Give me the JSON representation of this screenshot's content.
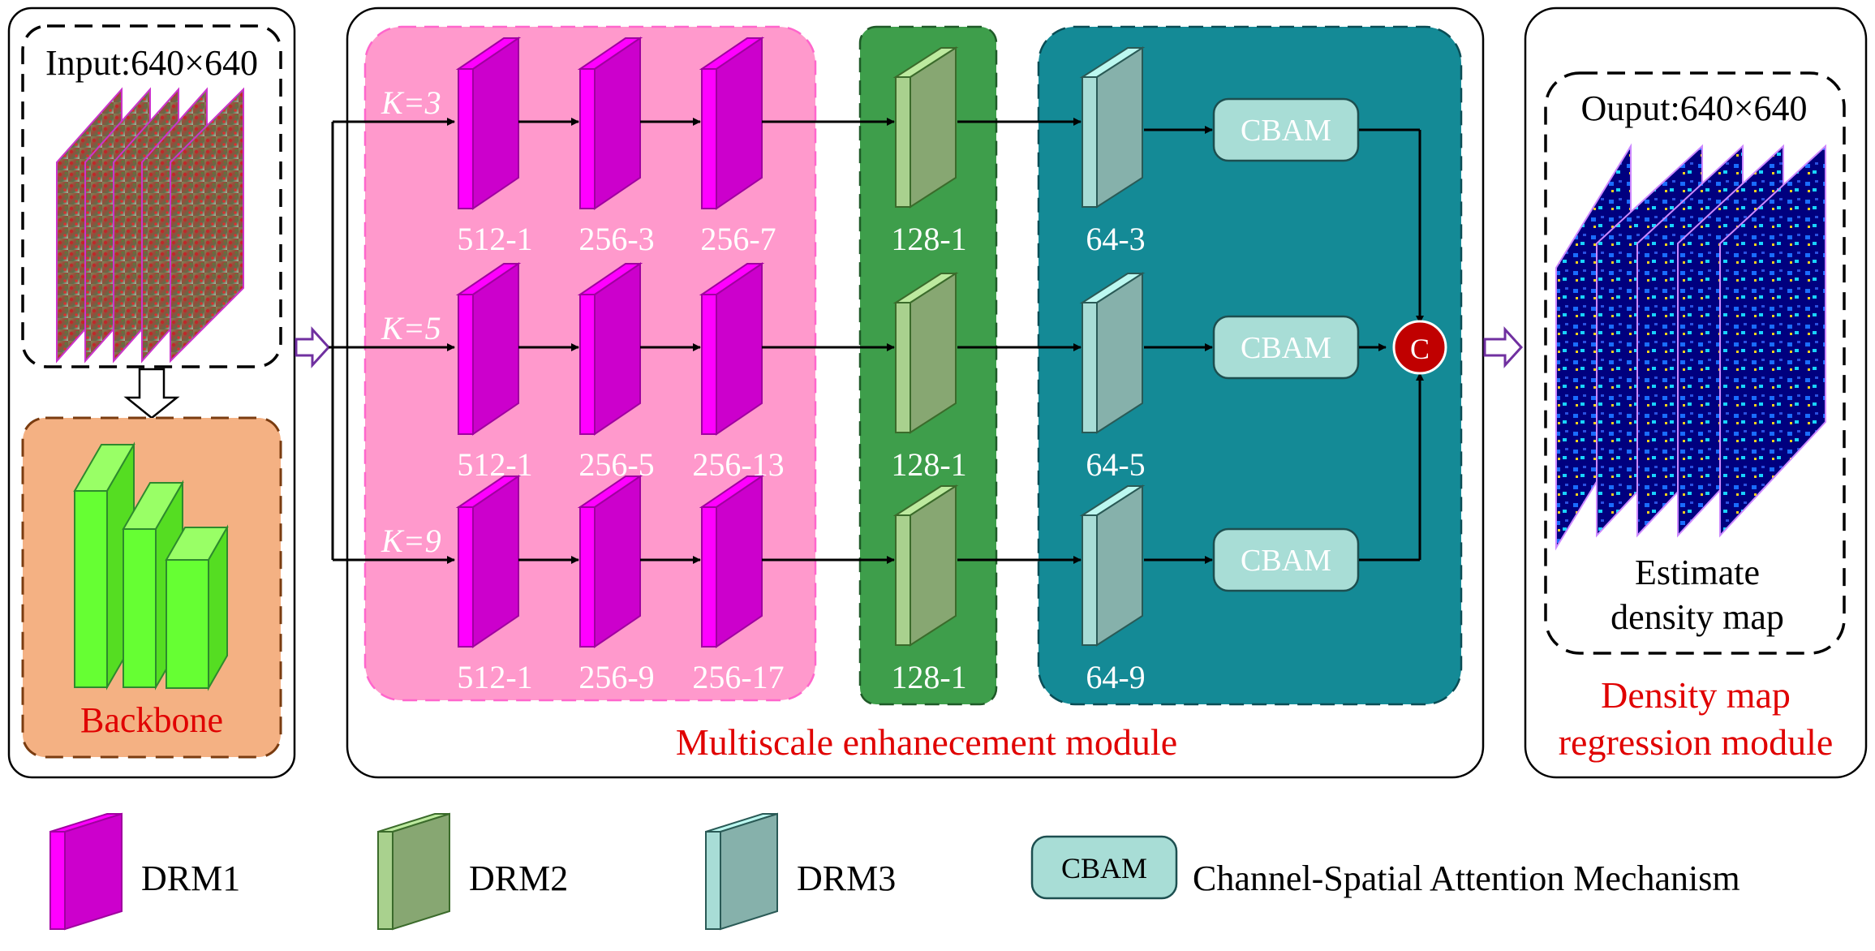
{
  "input": {
    "label": "Input:640×640",
    "backbone_label": "Backbone"
  },
  "multiscale": {
    "title": "Multiscale enhanecement module",
    "rows": [
      {
        "k_label": "K=3",
        "drm1_labels": [
          "512-1",
          "256-3",
          "256-7"
        ],
        "drm2_label": "128-1",
        "drm3_label": "64-3",
        "cbam_label": "CBAM"
      },
      {
        "k_label": "K=5",
        "drm1_labels": [
          "512-1",
          "256-5",
          "256-13"
        ],
        "drm2_label": "128-1",
        "drm3_label": "64-5",
        "cbam_label": "CBAM"
      },
      {
        "k_label": "K=9",
        "drm1_labels": [
          "512-1",
          "256-9",
          "256-17"
        ],
        "drm2_label": "128-1",
        "drm3_label": "64-9",
        "cbam_label": "CBAM"
      }
    ],
    "concat_label": "C"
  },
  "output": {
    "label": "Ouput:640×640",
    "caption_line1": "Estimate",
    "caption_line2": "density map",
    "module_line1": "Density map",
    "module_line2": "regression module"
  },
  "legend": [
    {
      "name": "DRM1",
      "color": "#ff00ff"
    },
    {
      "name": "DRM2",
      "color": "#a9d18e"
    },
    {
      "name": "DRM3",
      "color": "#a8ddd6"
    },
    {
      "name": "Channel-Spatial Attention Mechanism",
      "badge": "CBAM"
    }
  ],
  "colors": {
    "drm1": "#ff00ff",
    "drm2": "#a9d18e",
    "drm3": "#a8ddd6",
    "pink_panel": "#ff99cc",
    "green_panel": "#3e9e4b",
    "teal_panel": "#148a96",
    "backbone_panel": "#f4b183",
    "backbone_block": "#66ff33",
    "concat": "#c00000",
    "red_text": "#e00000"
  }
}
